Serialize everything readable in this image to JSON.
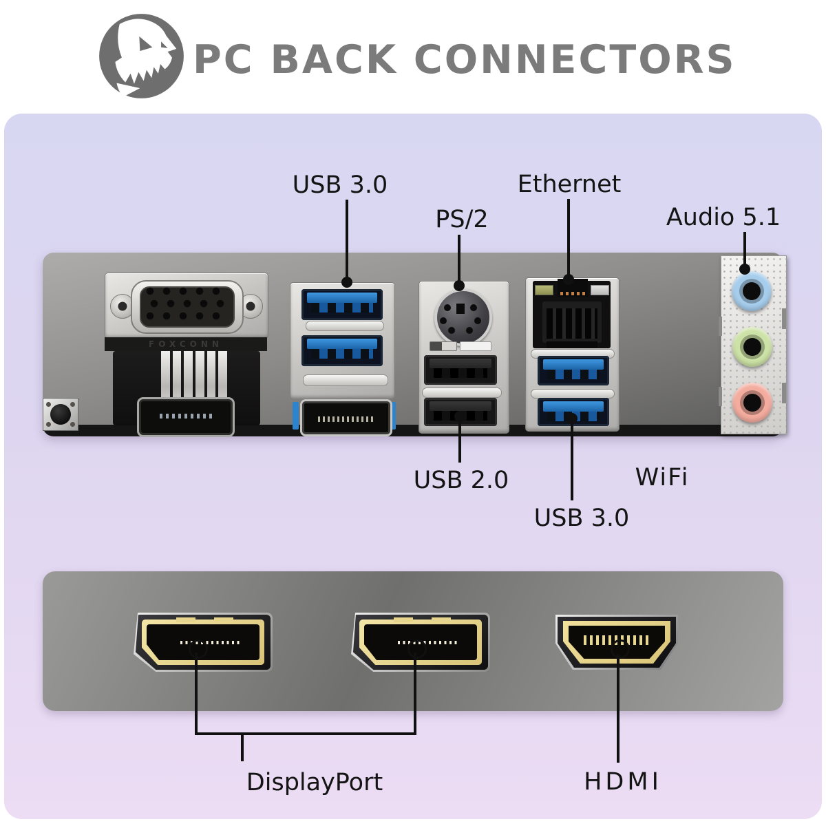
{
  "header": {
    "title": "PC BACK CONNECTORS",
    "logo_icon": "t-rex-skull-logo"
  },
  "labels": {
    "usb3_top": "USB 3.0",
    "ps2": "PS/2",
    "ethernet": "Ethernet",
    "audio": "Audio 5.1",
    "usb2": "USB 2.0",
    "usb3_bottom": "USB 3.0",
    "wifi": "WiFi",
    "displayport": "DisplayPort",
    "hdmi": "HDMI"
  },
  "vga_brand": "FOXCONN",
  "connectors_depicted": [
    "reset-button",
    "vga-port",
    "displayport-port-top",
    "usb3-port x2",
    "hdmi-port-top",
    "ps2-port",
    "usb2-port x2",
    "ethernet-rj45-port",
    "usb3-port x2",
    "audio-jack-blue",
    "audio-jack-green",
    "audio-jack-pink",
    "displayport-port x2 (bottom)",
    "hdmi-port (bottom)"
  ],
  "colors": {
    "title_gray": "#7b7b7b",
    "label_black": "#141414",
    "line_black": "#101010",
    "lavender_top": "#d8d7f2",
    "lavender_bottom": "#ecdcf4",
    "panel_top_light": "#adacaa",
    "panel_top_dark": "#5c5c5a",
    "panel_bottom_light": "#9a9a98",
    "panel_bottom_dark": "#6f6f6d",
    "strip_black": "#151515",
    "usb_blue": "#3f97e0",
    "usb_blue_dark": "#1c64a8",
    "audio_blue": "#a6cdec",
    "audio_green": "#cde2a6",
    "audio_pink": "#f4ac9f",
    "gold": "#d9c478",
    "logo_gray": "#6e6e6e"
  }
}
